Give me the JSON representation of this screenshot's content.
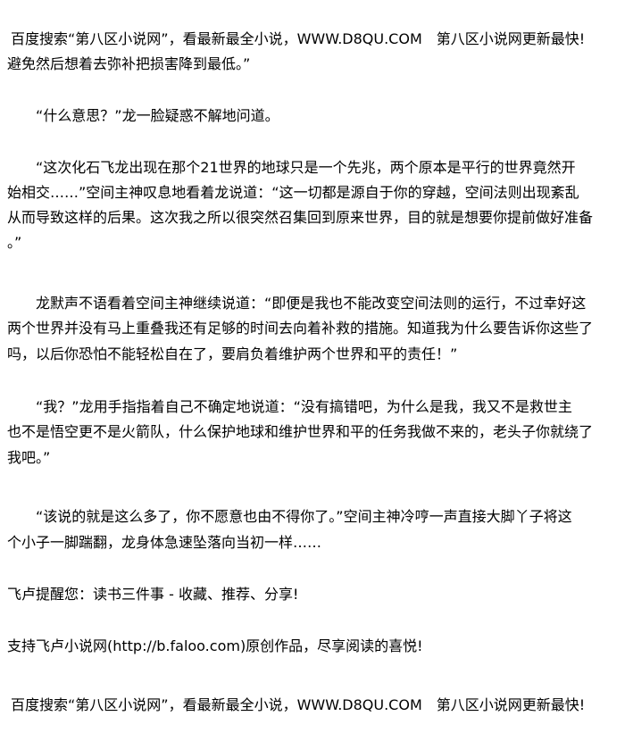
{
  "ad_banner": "百度搜索“第八区小说网”，看最新最全小说，WWW.D8QU.COM　第八区小说网更新最快!",
  "paragraphs": [
    [
      "避免然后想着去弥补把损害降到最低。”"
    ],
    [
      "“什么意思？”龙一脸疑惑不解地问道。"
    ],
    [
      "“这次化石飞龙出现在那个21世界的地球只是一个先兆，两个原本是平行的世界竟然开",
      "始相交……”空间主神叹息地看着龙说道：“这一切都是源自于你的穿越，空间法则出现紊乱",
      "从而导致这样的后果。这次我之所以很突然召集回到原来世界，目的就是想要你提前做好准备",
      "。”"
    ],
    [
      "龙默声不语看着空间主神继续说道：“即便是我也不能改变空间法则的运行，不过幸好这",
      "两个世界并没有马上重叠我还有足够的时间去向着补救的措施。知道我为什么要告诉你这些了",
      "吗，以后你恐怕不能轻松自在了，要肩负着维护两个世界和平的责任！”"
    ],
    [
      "“我？”龙用手指指着自己不确定地说道：“没有搞错吧，为什么是我，我又不是救世主",
      "也不是悟空更不是火箭队，什么保护地球和维护世界和平的任务我做不来的，老头子你就绕了",
      "我吧。”"
    ],
    [
      "“该说的就是这么多了，你不愿意也由不得你了。”空间主神冷哼一声直接大脚丫子将这",
      "个小子一脚踹翻，龙身体急速坠落向当初一样……"
    ]
  ],
  "reminder": "飞卢提醒您：读书三件事 - 收藏、推荐、分享!",
  "support": "支持飞卢小说网(http://b.faloo.com)原创作品，尽享阅读的喜悦!"
}
